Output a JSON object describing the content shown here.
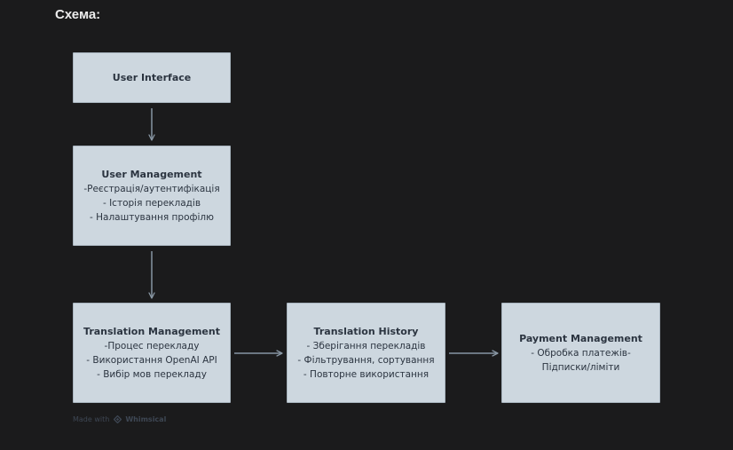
{
  "heading": "Схема:",
  "boxes": {
    "user_interface": {
      "title": "User Interface",
      "lines": []
    },
    "user_management": {
      "title": "User Management",
      "lines": [
        "-Реєстрація/аутентифікація",
        "- Історія перекладів",
        "- Налаштування профілю"
      ]
    },
    "translation_management": {
      "title": "Translation Management",
      "lines": [
        "-Процес перекладу",
        "- Використання OpenAI API",
        "- Вибір мов перекладу"
      ]
    },
    "translation_history": {
      "title": "Translation History",
      "lines": [
        "- Зберігання перекладів",
        "- Фільтрування, сортування",
        "- Повторне використання"
      ]
    },
    "payment_management": {
      "title": "Payment Management",
      "lines": [
        "- Обробка платежів-",
        "Підписки/ліміти"
      ]
    }
  },
  "footer": {
    "made_with": "Made with",
    "brand": "Whimsical"
  },
  "colors": {
    "background": "#1b1b1c",
    "box_fill": "#cdd7df",
    "box_border": "#a8b4be",
    "box_text": "#2b3440",
    "connector": "#8896a3"
  }
}
